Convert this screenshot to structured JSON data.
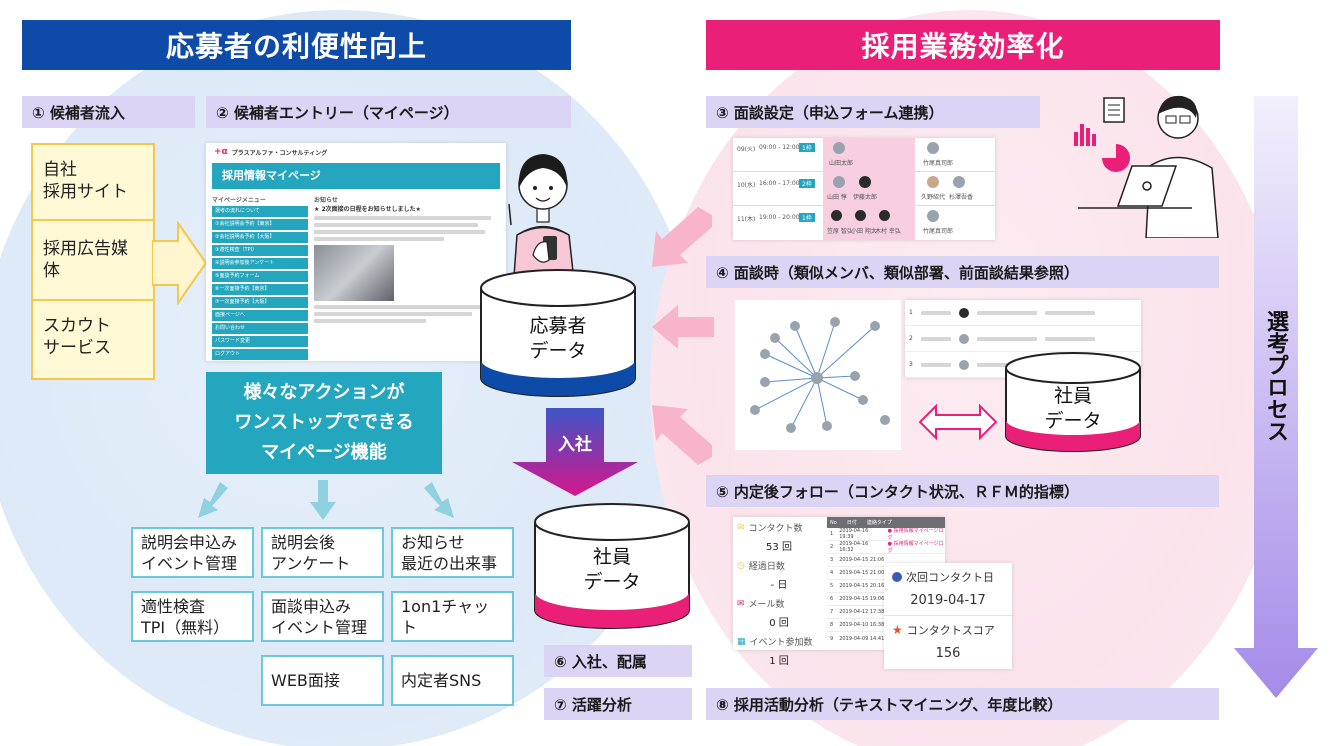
{
  "left_banner": "応募者の利便性向上",
  "right_banner": "採用業務効率化",
  "steps": {
    "s1": "① 候補者流入",
    "s2": "② 候補者エントリー（マイページ）",
    "s3": "③ 面談設定（申込フォーム連携）",
    "s4": "④ 面談時（類似メンバ、類似部署、前面談結果参照）",
    "s5": "⑤ 内定後フォロー（コンタクト状況、ＲＦＭ的指標）",
    "s6": "⑥ 入社、配属",
    "s7": "⑦ 活躍分析",
    "s8": "⑧ 採用活動分析（テキストマイニング、年度比較）"
  },
  "sources": [
    "自社\n採用サイト",
    "採用広告媒体",
    "スカウト\nサービス"
  ],
  "mypage": {
    "brand": "プラスアルファ・コンサルティング",
    "title": "採用情報マイページ",
    "menu_header": "マイページメニュー",
    "menu_items": [
      "選考の流れについて",
      "①会社説明会予約【東京】",
      "②会社説明会予約【大阪】",
      "③適性検査（TPI）",
      "④説明会参加後アンケート",
      "⑤面談予約フォーム",
      "⑥一次面接予約【東京】",
      "⑦一次面接予約【大阪】",
      "面接ページへ",
      "お問い合わせ",
      "パスワード変更",
      "ログアウト"
    ],
    "notice_header": "お知らせ",
    "notice_title": "★ 2次面接の日程をお知らせしました★"
  },
  "feature_box": [
    "様々なアクションが",
    "ワンストップでできる",
    "マイページ機能"
  ],
  "actions": {
    "a1": "説明会申込み\nイベント管理",
    "a2": "説明会後\nアンケート",
    "a3": "お知らせ\n最近の出来事",
    "a4": "適性検査\nTPI（無料）",
    "a5": "面談申込み\nイベント管理",
    "a6": "1on1チャット",
    "a7": "WEB面接",
    "a8": "内定者SNS"
  },
  "applicant_db": [
    "応募者",
    "データ"
  ],
  "employee_db_right": [
    "社員",
    "データ"
  ],
  "employee_db_center": [
    "社員",
    "データ"
  ],
  "join_label": "入社",
  "process_label": "選考プロセス",
  "schedule": {
    "rows": [
      {
        "date": "09(火)",
        "time": "09:00 - 12:00",
        "badge": "1枠",
        "names_a": [
          "山田太郎"
        ],
        "names_b": [
          "竹尾真司郎"
        ]
      },
      {
        "date": "10(水)",
        "time": "16:00 - 17:00",
        "badge": "2枠",
        "names_a": [
          "山田 惇",
          "伊藤太郎"
        ],
        "names_b": [
          "久野紹代",
          "杉澤吾香"
        ]
      },
      {
        "date": "11(木)",
        "time": "19:00 - 20:00",
        "badge": "1枠",
        "names_a": [
          "笠原 智弘",
          "小田 翔太",
          "木村 幸弘"
        ],
        "names_b": [
          "竹尾真司郎"
        ]
      }
    ]
  },
  "followup": {
    "stats": [
      {
        "label": "コンタクト数",
        "value": "53 回",
        "icon": "mail-icon"
      },
      {
        "label": "経過日数",
        "value": "- 日",
        "icon": "clock-icon"
      },
      {
        "label": "メール数",
        "value": "0 回",
        "icon": "mail-icon"
      },
      {
        "label": "イベント参加数",
        "value": "1 回",
        "icon": "calendar-icon"
      }
    ],
    "table_headers": [
      "No",
      "日付",
      "連絡タイプ"
    ],
    "table_rows": [
      [
        "1",
        "2019-04-16 19:39",
        "● 採用情報マイページログ"
      ],
      [
        "2",
        "2019-04-16 16:32",
        "● 採用情報マイページログ"
      ],
      [
        "3",
        "2019-04-15 21:06",
        ""
      ],
      [
        "4",
        "2019-04-15 21:00",
        ""
      ],
      [
        "5",
        "2019-04-15 20:16",
        ""
      ],
      [
        "6",
        "2019-04-15 19:06",
        ""
      ],
      [
        "7",
        "2019-04-12 17:38",
        ""
      ],
      [
        "8",
        "2019-04-10 16:38",
        ""
      ],
      [
        "9",
        "2019-04-09 14:41",
        ""
      ]
    ],
    "next_contact_label": "次回コンタクト日",
    "next_contact_value": "2019-04-17",
    "score_label": "コンタクトスコア",
    "score_value": "156"
  },
  "colors": {
    "navy": "#0e4aa8",
    "magenta": "#ea1f78",
    "lavender": "#dcd4f4",
    "teal": "#24a6bf",
    "pink_arrow": "#f7b4cb",
    "db_blue": "#0e4aa8",
    "db_pink": "#ea1f78"
  }
}
